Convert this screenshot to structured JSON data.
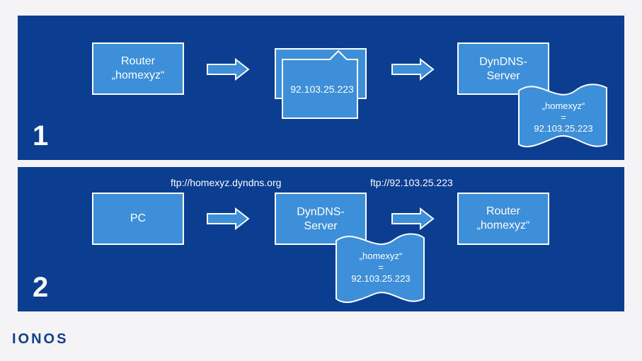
{
  "step1": {
    "number": "1",
    "router_line1": "Router",
    "router_line2": "„homexyz“",
    "ip_card": "92.103.25.223",
    "server_line1": "DynDNS-",
    "server_line2": "Server",
    "note_line1": "„homexyz“",
    "note_line2": "=",
    "note_line3": "92.103.25.223"
  },
  "step2": {
    "number": "2",
    "url_left": "ftp://homexyz.dyndns.org",
    "url_right": "ftp://92.103.25.223",
    "pc_label": "PC",
    "server_line1": "DynDNS-",
    "server_line2": "Server",
    "router_line1": "Router",
    "router_line2": "„homexyz“",
    "note_line1": "„homexyz“",
    "note_line2": "=",
    "note_line3": "92.103.25.223"
  },
  "logo": "IONOS",
  "colors": {
    "panel": "#0b3d91",
    "box": "#3d8fd9",
    "border": "#ffffff",
    "page": "#f4f4f6"
  }
}
